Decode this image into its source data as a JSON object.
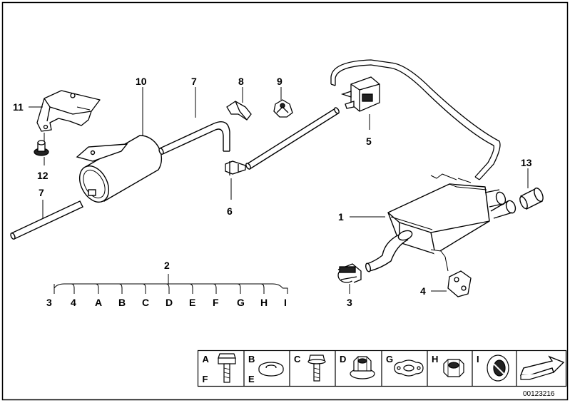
{
  "callouts": {
    "c1": "1",
    "c2": "2",
    "c3": "3",
    "c4": "4",
    "c5": "5",
    "c6": "6",
    "c7a": "7",
    "c7b": "7",
    "c8": "8",
    "c9": "9",
    "c10": "10",
    "c11": "11",
    "c12": "12",
    "c13": "13"
  },
  "set_row": [
    "3",
    "4",
    "A",
    "B",
    "C",
    "D",
    "E",
    "F",
    "G",
    "H",
    "I"
  ],
  "legend": {
    "cells": [
      {
        "top": "A",
        "bottom": "F",
        "icon": "bolt-icon"
      },
      {
        "top": "B",
        "bottom": "E",
        "icon": "washer-icon"
      },
      {
        "top": "C",
        "bottom": "",
        "icon": "flange-bolt-icon"
      },
      {
        "top": "D",
        "bottom": "",
        "icon": "flange-nut-icon"
      },
      {
        "top": "G",
        "bottom": "",
        "icon": "gasket-icon"
      },
      {
        "top": "H",
        "bottom": "",
        "icon": "hex-nut-icon"
      },
      {
        "top": "I",
        "bottom": "",
        "icon": "ring-clamp-icon"
      },
      {
        "top": "",
        "bottom": "",
        "icon": "arrow-icon"
      }
    ]
  },
  "doc_id": "00123216"
}
